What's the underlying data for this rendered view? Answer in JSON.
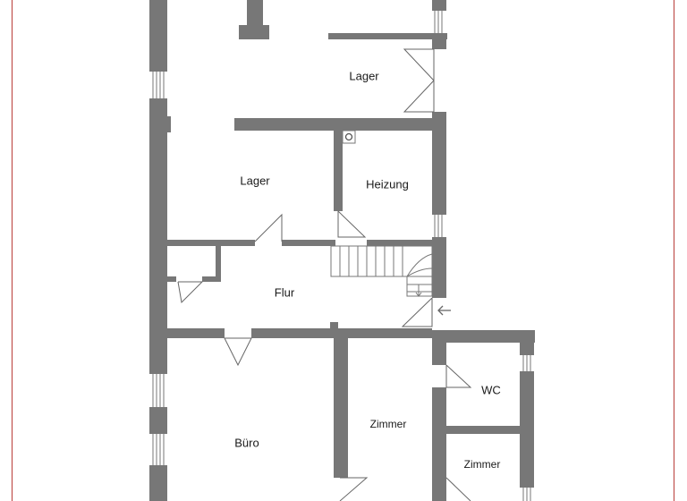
{
  "rooms": {
    "lager_top": "Lager",
    "lager_left": "Lager",
    "heizung": "Heizung",
    "flur": "Flur",
    "wc": "WC",
    "zimmer_mid": "Zimmer",
    "buero": "Büro",
    "zimmer_right": "Zimmer"
  },
  "colors": {
    "wall": "#777777",
    "frame": "#c0504d",
    "line": "#666666"
  }
}
